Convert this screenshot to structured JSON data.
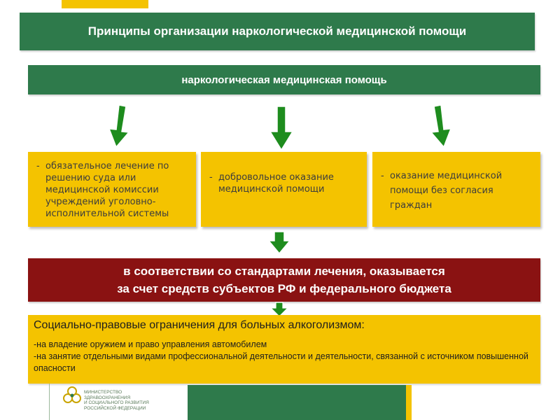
{
  "title": "Принципы организации наркологической медицинской помощи",
  "subtitle": "наркологическая медицинская помощь",
  "boxes": [
    {
      "dash": "-",
      "text": "обязательное лечение по решению суда или медицинской комиссии учреждений уголовно-исполнительной системы"
    },
    {
      "dash": "-",
      "text": "добровольное оказание медицинской помощи"
    },
    {
      "dash": "-",
      "text": "оказание медицинской помощи без согласия граждан"
    }
  ],
  "funding": {
    "line1": "в соответствии со стандартами лечения, оказывается",
    "line2": "за счет средств субъектов РФ и федерального бюджета"
  },
  "restrictions": {
    "heading": "Социально-правовые ограничения для больных алкоголизмом:",
    "line1": "-на владение оружием и право управления автомобилем",
    "line2": "-на занятие отдельными видами профессиональной деятельности и деятельности, связанной с источником повышенной опасности"
  },
  "logo": {
    "line1": "МИНИСТЕРСТВО",
    "line2": "ЗДРАВООХРАНЕНИЯ",
    "line3": "И СОЦИАЛЬНОГО РАЗВИТИЯ",
    "line4": "РОССИЙСКОЙ ФЕДЕРАЦИИ"
  },
  "colors": {
    "green": "#2e7a4b",
    "arrow_green": "#1e8c1e",
    "yellow": "#f4c300",
    "dark_red": "#8a1212"
  }
}
